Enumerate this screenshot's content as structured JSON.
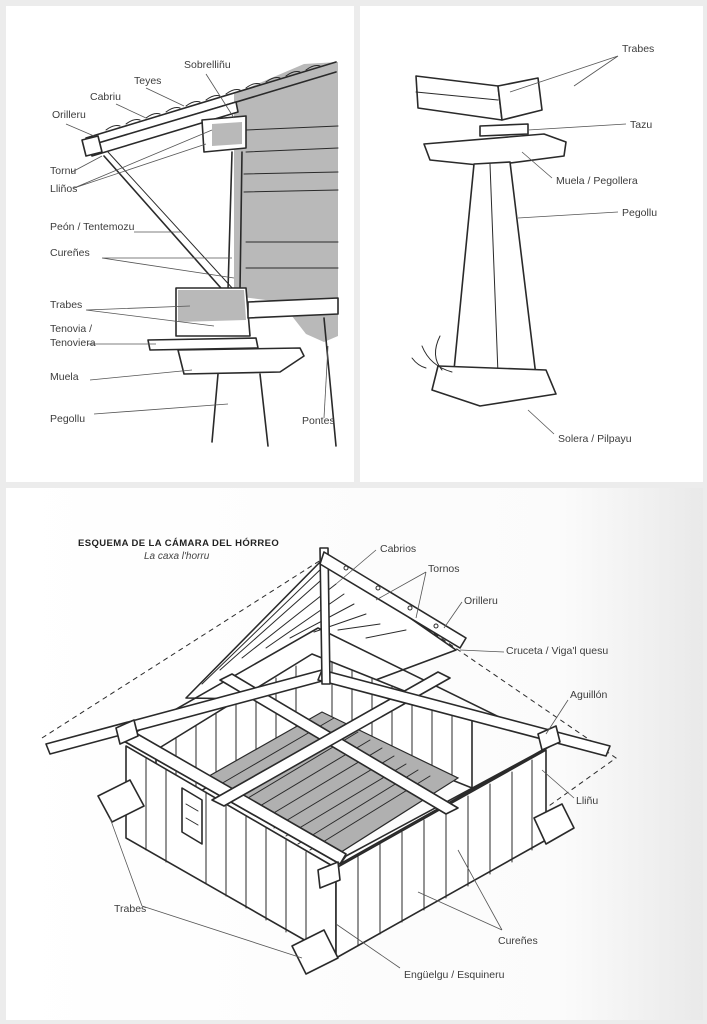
{
  "top_left": {
    "labels": {
      "sobrellinu": "Sobrelliñu",
      "teyes": "Teyes",
      "cabriu": "Cabriu",
      "orilleru": "Orilleru",
      "tornu": "Tornu",
      "llinos": "Lliños",
      "peon": "Peón / Tentemozu",
      "curenes": "Cureñes",
      "trabes": "Trabes",
      "tenovia1": "Tenovia /",
      "tenovia2": "Tenoviera",
      "muela": "Muela",
      "pegollu": "Pegollu",
      "pontes": "Pontes"
    }
  },
  "top_right": {
    "labels": {
      "trabes": "Trabes",
      "tazu": "Tazu",
      "muela": "Muela / Pegollera",
      "pegollu": "Pegollu",
      "solera": "Solera / Pilpayu"
    }
  },
  "bottom": {
    "title": "ESQUEMA DE LA CÁMARA DEL HÓRREO",
    "subtitle": "La caxa l'horru",
    "labels": {
      "cabrios": "Cabrios",
      "tornos": "Tornos",
      "orilleru": "Orilleru",
      "cruceta": "Cruceta / Viga'l quesu",
      "aguillon": "Aguillón",
      "llinu": "Lliñu",
      "trabes": "Trabes",
      "curenes": "Cureñes",
      "enguelgu": "Engüelgu / Esquineru"
    }
  }
}
